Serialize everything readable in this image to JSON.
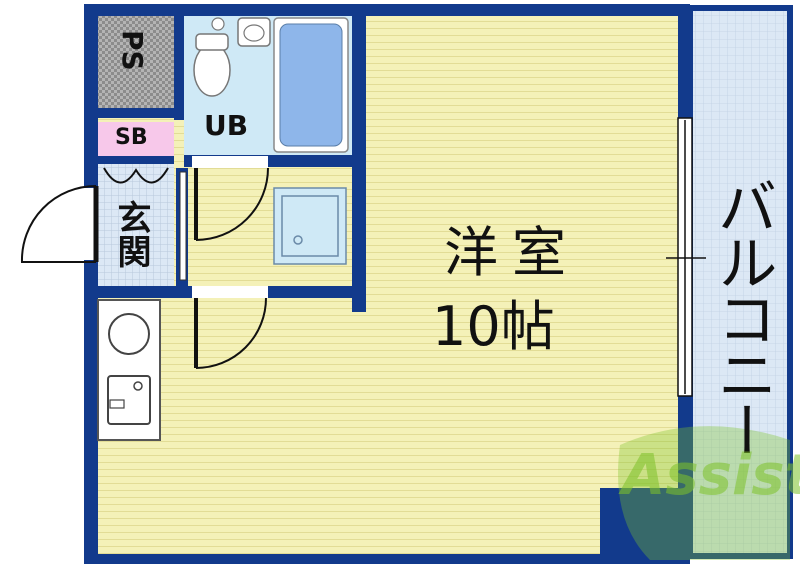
{
  "rooms": {
    "ps": "PS",
    "ub": "UB",
    "sb": "SB",
    "genkan": "玄関",
    "main_room_name": "洋室",
    "main_room_size": "10帖",
    "balcony": "バルコニー"
  },
  "watermark": "Assist",
  "colors": {
    "wall": "#123a8c",
    "floor": "#f4f1b8",
    "floor_line": "#e2dc96",
    "bath": "#cfe9f6",
    "tub": "#8eb6ea",
    "balcony": "#dce8f5",
    "sb_label": "#f7c8ea",
    "watermark": "#7ec22a"
  }
}
